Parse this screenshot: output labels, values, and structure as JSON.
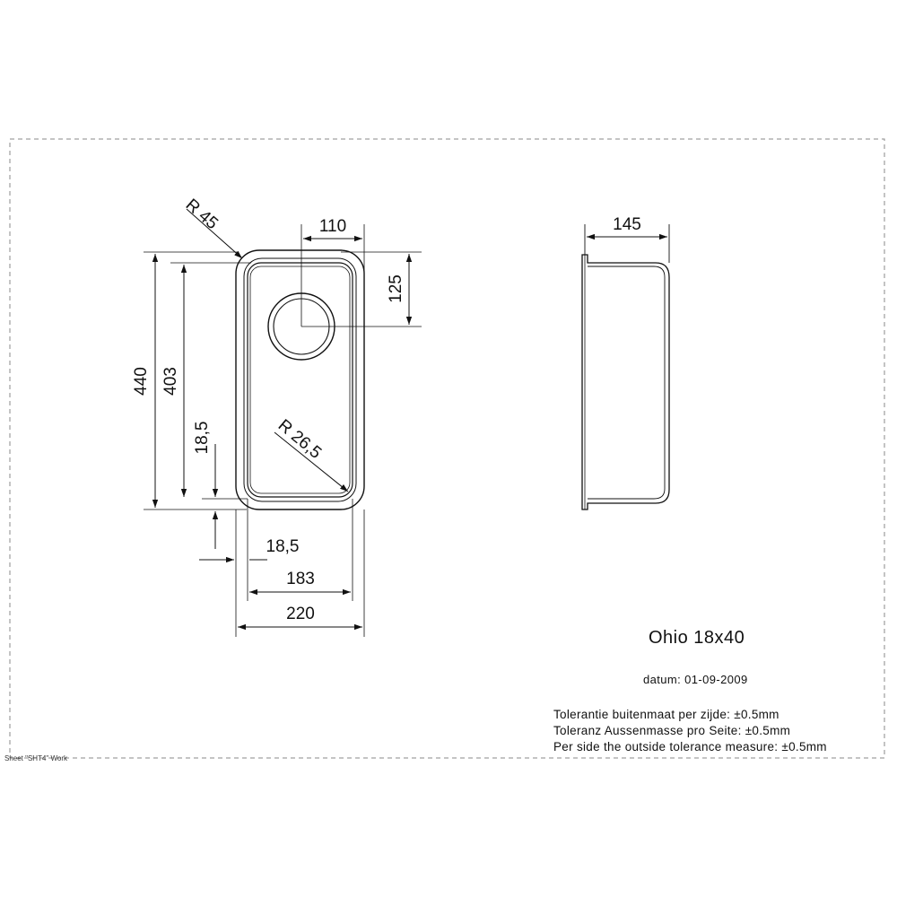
{
  "title_block": {
    "title": "Ohio 18x40",
    "datum": "datum: 01-09-2009",
    "tolerances": [
      "Tolerantie buitenmaat per zijde: ±0.5mm",
      "Toleranz Aussenmasse pro Seite: ±0.5mm",
      "Per side the outside tolerance measure: ±0.5mm"
    ],
    "sheet_label": "Sheet \"SHT4\" Work"
  },
  "dimensions": {
    "radius_outer": "R 45",
    "radius_inner": "R 26,5",
    "drain_offset_x": "110",
    "drain_offset_y": "125",
    "outer_length": "440",
    "inner_length": "403",
    "rim_side": "18,5",
    "rim_bottom": "18,5",
    "inner_width": "183",
    "outer_width": "220",
    "depth": "145"
  },
  "colors": {
    "line": "#111111",
    "border_dash": "#888888"
  }
}
